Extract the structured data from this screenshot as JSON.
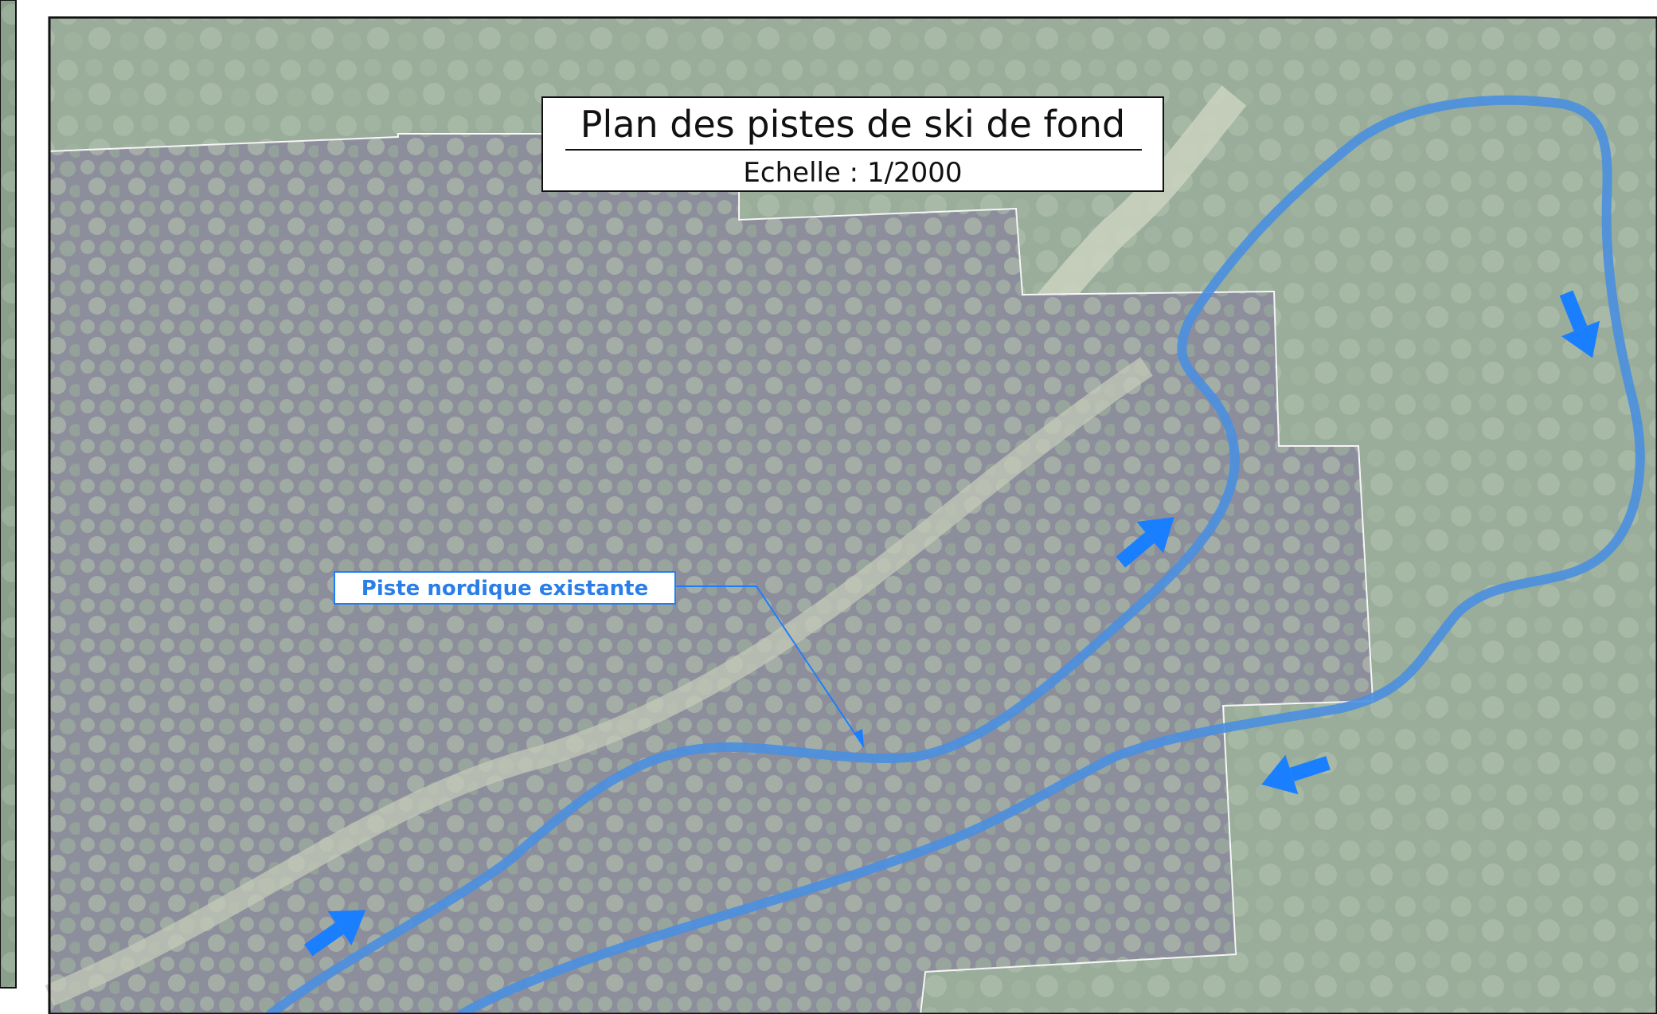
{
  "map": {
    "title": "Plan des pistes de ski de fond",
    "scale_label": "Echelle : 1/2000",
    "callout_label": "Piste nordique existante"
  },
  "colors": {
    "trail": "#4a8fe0",
    "arrow": "#1a7fff",
    "callout_text": "#2a7ee8",
    "forest_bg": "#7b9b88",
    "ortho_overlay": "#9a8aa6",
    "frame": "#111111"
  }
}
